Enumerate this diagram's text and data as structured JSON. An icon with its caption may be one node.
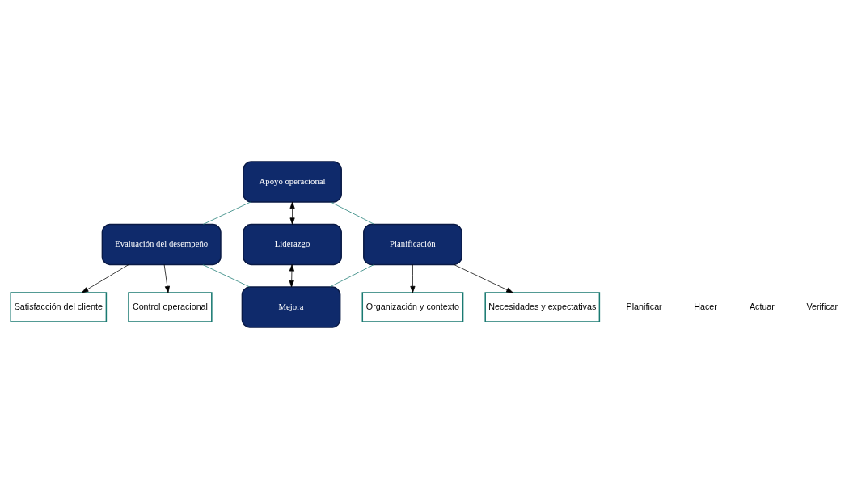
{
  "diagram": {
    "nodes": [
      {
        "text": [
          "Apoyo operacional"
        ]
      },
      {
        "text": [
          "Organización y contexto"
        ]
      },
      {
        "text": [
          "Satisfacción del cliente"
        ]
      },
      {
        "text": [
          "Planificación"
        ]
      },
      {
        "text": [
          "Liderazgo"
        ]
      },
      {
        "text": [
          "Evaluación del desempeño"
        ]
      },
      {
        "text": [
          "Necesidades y expectativas"
        ]
      },
      {
        "text": [
          "Control operacional"
        ]
      },
      {
        "text": [
          "Mejora"
        ]
      }
    ],
    "edges": [
      {
        "from": 4,
        "to": 0,
        "arrow": "both"
      },
      {
        "from": 4,
        "to": 8,
        "arrow": "both"
      },
      {
        "from": 3,
        "to": 0,
        "arrow": "none",
        "color": "#1a7a72"
      },
      {
        "from": 0,
        "to": 5,
        "arrow": "none",
        "color": "#1a7a72"
      },
      {
        "from": 5,
        "to": 8,
        "arrow": "none",
        "color": "#1a7a72"
      },
      {
        "from": 8,
        "to": 3,
        "arrow": "none",
        "color": "#1a7a72"
      },
      {
        "from": 3,
        "to": 1,
        "arrow": "to"
      },
      {
        "from": 3,
        "to": 6,
        "arrow": "to"
      },
      {
        "from": 5,
        "to": 2,
        "arrow": "to"
      },
      {
        "from": 5,
        "to": 7,
        "arrow": "to"
      }
    ],
    "labels": [
      "Planificar",
      "Hacer",
      "Actuar",
      "Verificar"
    ]
  }
}
